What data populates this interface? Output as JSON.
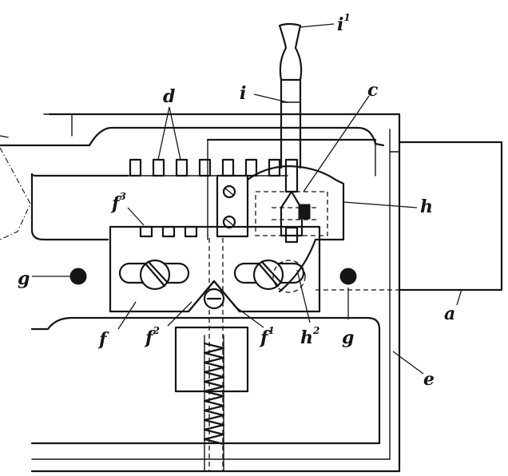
{
  "labels": {
    "i1": {
      "base": "i",
      "sup": "1"
    },
    "i": {
      "base": "i",
      "sup": ""
    },
    "c": {
      "base": "c",
      "sup": ""
    },
    "d": {
      "base": "d",
      "sup": ""
    },
    "h": {
      "base": "h",
      "sup": ""
    },
    "f3": {
      "base": "f",
      "sup": "3"
    },
    "g_left": {
      "base": "g",
      "sup": ""
    },
    "g_right": {
      "base": "g",
      "sup": ""
    },
    "a": {
      "base": "a",
      "sup": ""
    },
    "f": {
      "base": "f",
      "sup": ""
    },
    "f2": {
      "base": "f",
      "sup": "2"
    },
    "f1": {
      "base": "f",
      "sup": "1"
    },
    "h2": {
      "base": "h",
      "sup": "2"
    },
    "e": {
      "base": "e",
      "sup": ""
    }
  }
}
